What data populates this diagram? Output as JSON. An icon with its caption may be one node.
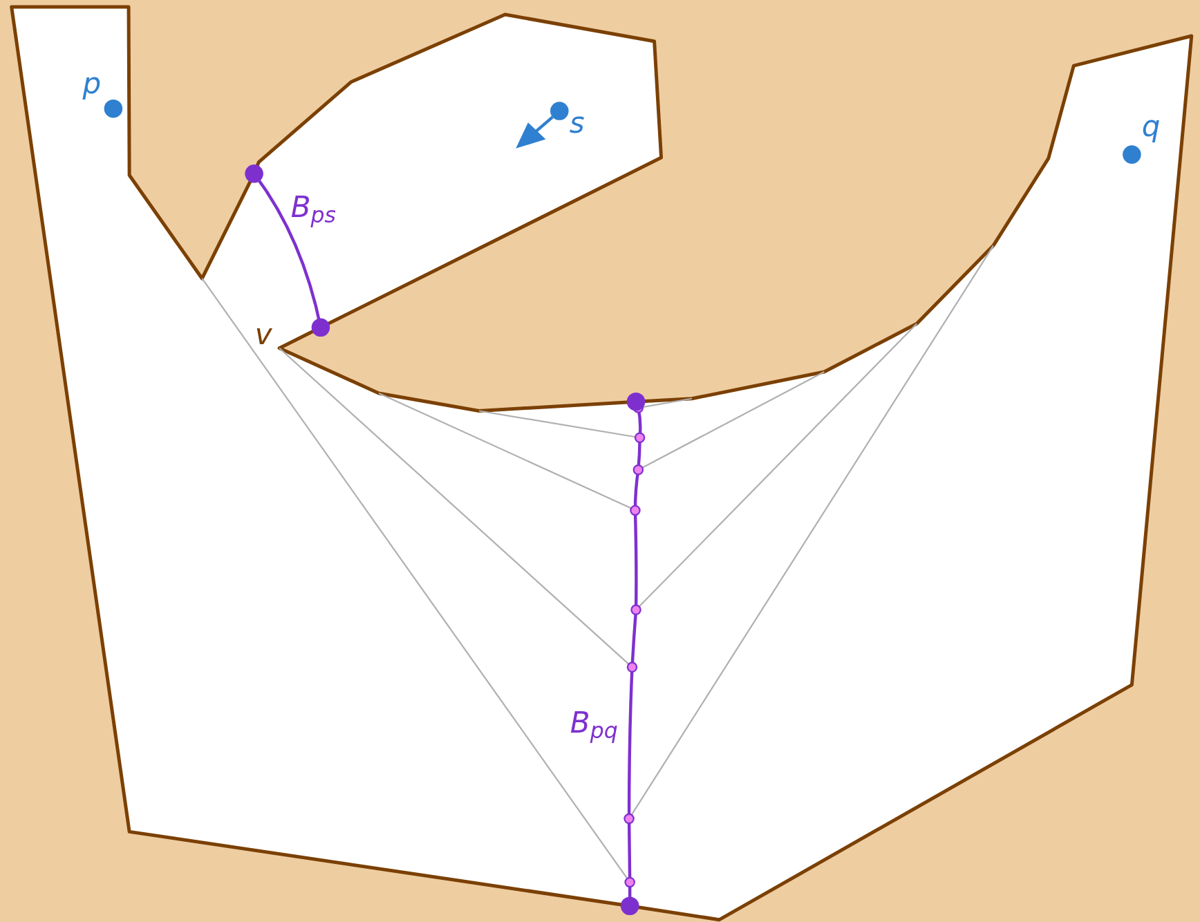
{
  "diagram": {
    "labels": [
      "p",
      "s",
      "q",
      "v",
      "B$_{ps}$",
      "B$_{pq}$"
    ]
  }
}
